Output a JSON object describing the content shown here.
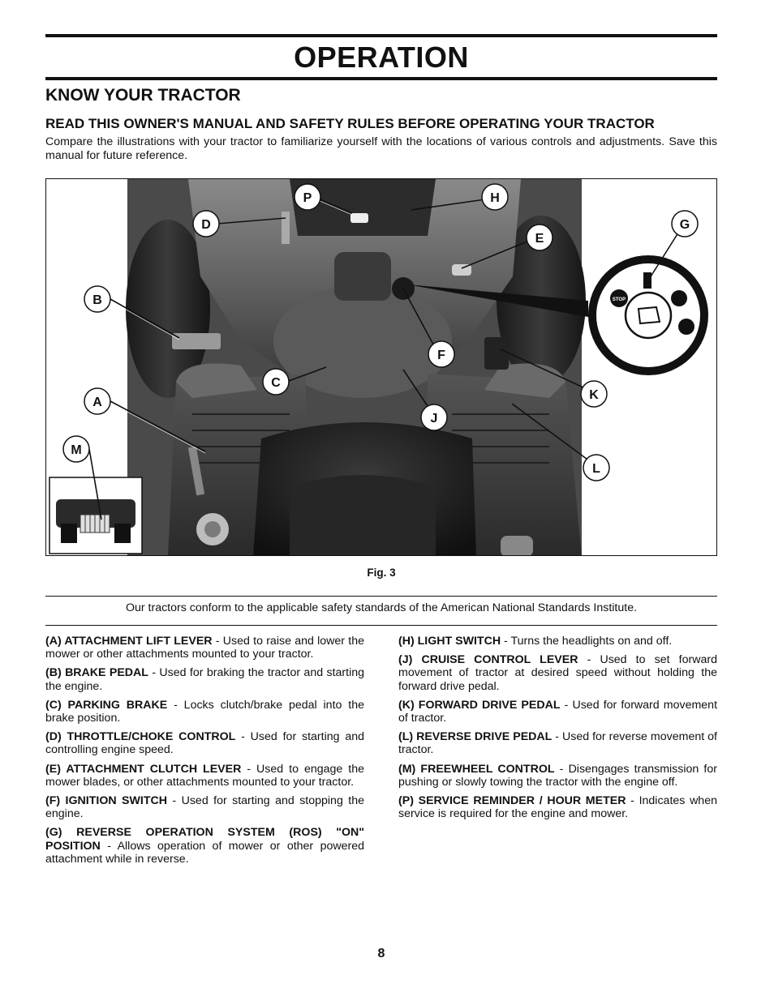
{
  "header": {
    "title": "OPERATION"
  },
  "section": {
    "title": "KNOW YOUR TRACTOR",
    "subtitle": "READ THIS OWNER'S MANUAL AND SAFETY RULES BEFORE OPERATING YOUR TRACTOR",
    "intro": "Compare the illustrations with your tractor to familiarize yourself with the locations of various controls and adjustments. Save this manual for future reference."
  },
  "figure": {
    "caption": "Fig. 3",
    "callouts": [
      "P",
      "H",
      "D",
      "G",
      "E",
      "B",
      "F",
      "C",
      "K",
      "A",
      "J",
      "M",
      "L"
    ],
    "switch_labels": {
      "stop": "STOP"
    }
  },
  "notice": "Our tractors conform to the applicable safety standards of the American National Standards Institute.",
  "controls_left": [
    {
      "term": "(A) ATTACHMENT LIFT LEVER",
      "desc": " - Used to raise and lower the mower or other attachments mounted to your tractor."
    },
    {
      "term": "(B) BRAKE PEDAL",
      "desc": " - Used for braking the tractor and starting the engine."
    },
    {
      "term": "(C) PARKING BRAKE",
      "desc": " - Locks clutch/brake pedal into the brake position."
    },
    {
      "term": "(D) THROTTLE/CHOKE CONTROL",
      "desc": " - Used for starting and controlling engine speed."
    },
    {
      "term": "(E) ATTACHMENT CLUTCH LEVER",
      "desc": " - Used to engage the mower blades, or other attachments mounted to your tractor."
    },
    {
      "term": "(F) IGNITION SWITCH",
      "desc": " - Used for starting and stopping the engine."
    },
    {
      "term": "(G) REVERSE OPERATION SYSTEM (ROS) \"ON\" POSITION",
      "desc": " - Allows operation of mower or other powered attachment while in reverse."
    }
  ],
  "controls_right": [
    {
      "term": "(H) LIGHT SWITCH",
      "desc": " - Turns the headlights on and off."
    },
    {
      "term": "(J) CRUISE CONTROL LEVER",
      "desc": " - Used to set forward movement of tractor at desired speed without holding the forward drive pedal."
    },
    {
      "term": "(K) FORWARD DRIVE PEDAL",
      "desc": " - Used for forward movement of tractor."
    },
    {
      "term": "(L) REVERSE DRIVE PEDAL",
      "desc": " - Used for reverse movement of tractor."
    },
    {
      "term": "(M) FREEWHEEL CONTROL",
      "desc": " - Disengages transmission for pushing or slowly towing the tractor with the engine off."
    },
    {
      "term": "(P) SERVICE REMINDER / HOUR METER",
      "desc": " - Indicates when service is required for the engine and mower."
    }
  ],
  "footer": {
    "page_number": "8"
  }
}
